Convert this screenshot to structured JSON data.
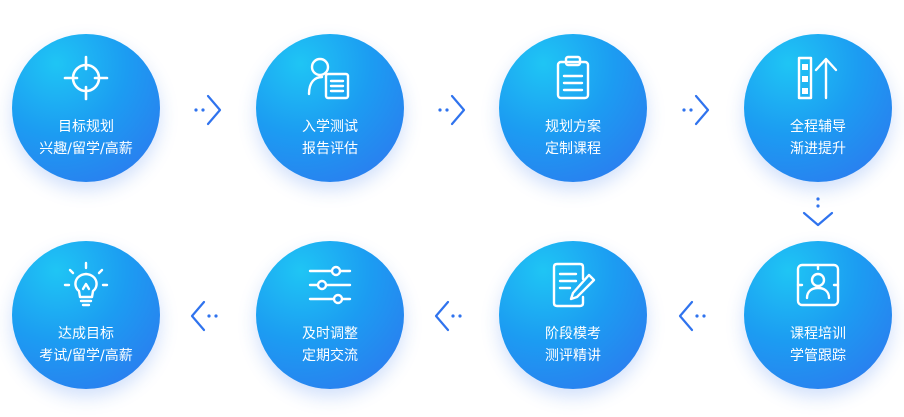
{
  "steps": [
    {
      "line1": "目标规划",
      "line2": "兴趣/留学/高薪",
      "icon": "crosshair-icon"
    },
    {
      "line1": "入学测试",
      "line2": "报告评估",
      "icon": "user-report-icon"
    },
    {
      "line1": "规划方案",
      "line2": "定制课程",
      "icon": "clipboard-icon"
    },
    {
      "line1": "全程辅导",
      "line2": "渐进提升",
      "icon": "progress-up-icon"
    },
    {
      "line1": "课程培训",
      "line2": "学管跟踪",
      "icon": "user-frame-icon"
    },
    {
      "line1": "阶段模考",
      "line2": "测评精讲",
      "icon": "document-edit-icon"
    },
    {
      "line1": "及时调整",
      "line2": "定期交流",
      "icon": "sliders-icon"
    },
    {
      "line1": "达成目标",
      "line2": "考试/留学/高薪",
      "icon": "lightbulb-icon"
    }
  ],
  "colors": {
    "gradient_start": "#1fc5f4",
    "gradient_end": "#2f73ee",
    "arrow": "#2f73ee"
  }
}
